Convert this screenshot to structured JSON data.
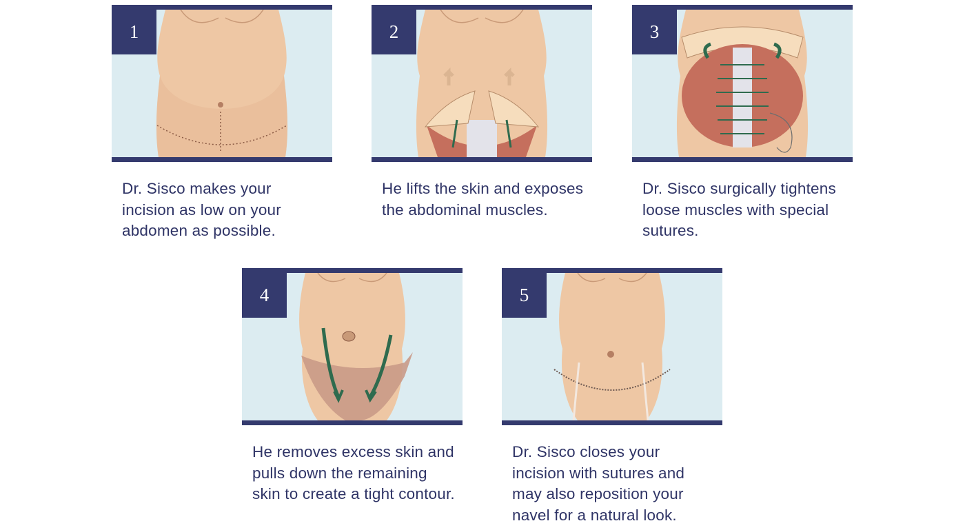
{
  "steps": [
    {
      "number": "1",
      "caption": "Dr. Sisco makes your incision as low on your abdomen as possible."
    },
    {
      "number": "2",
      "caption": "He lifts the skin and exposes the abdominal muscles."
    },
    {
      "number": "3",
      "caption": "Dr. Sisco surgically tightens loose muscles with special sutures."
    },
    {
      "number": "4",
      "caption": "He removes excess skin and pulls down the remaining skin to create a tight contour."
    },
    {
      "number": "5",
      "caption": "Dr. Sisco closes your incision with sutures and may also reposition your navel for a natural look."
    }
  ],
  "colors": {
    "accent": "#343a6e",
    "panel_background": "#dcecf1",
    "skin": "#eec7a4",
    "muscle": "#c56f5d",
    "arrow": "#2f6b4e",
    "caption_text": "#2f3466"
  }
}
